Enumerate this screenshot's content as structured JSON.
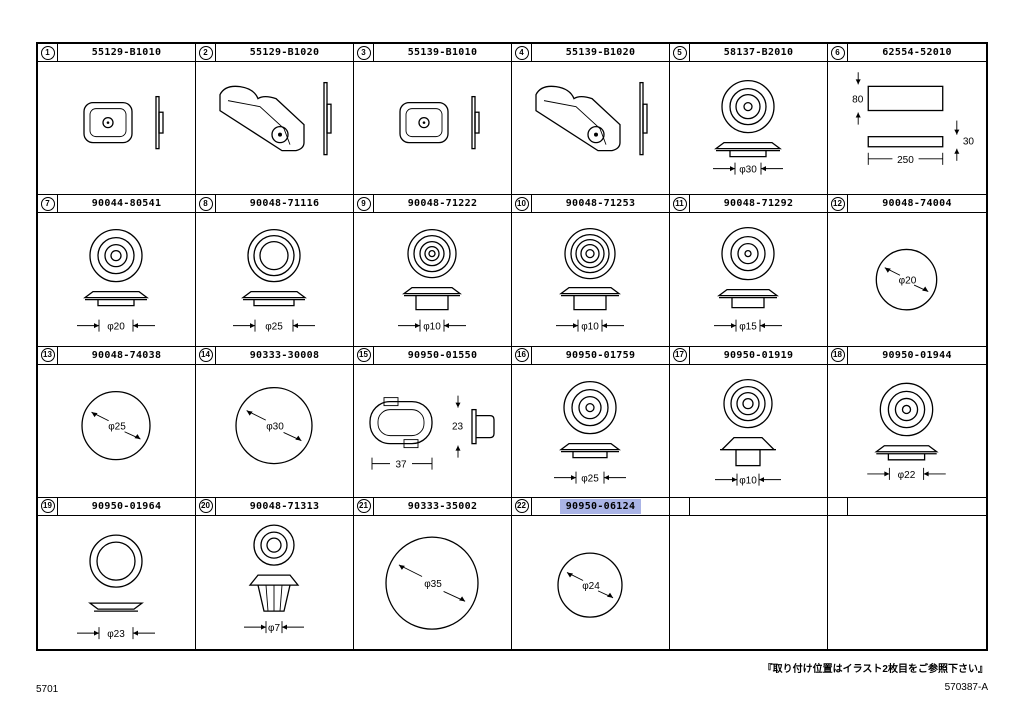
{
  "cells": [
    {
      "num": "1",
      "part": "55129-B1010"
    },
    {
      "num": "2",
      "part": "55129-B1020"
    },
    {
      "num": "3",
      "part": "55139-B1010"
    },
    {
      "num": "4",
      "part": "55139-B1020"
    },
    {
      "num": "5",
      "part": "58137-B2010",
      "dim": "φ30"
    },
    {
      "num": "6",
      "part": "62554-52010",
      "dims": [
        "80",
        "30",
        "250"
      ]
    },
    {
      "num": "7",
      "part": "90044-80541",
      "dim": "φ20"
    },
    {
      "num": "8",
      "part": "90048-71116",
      "dim": "φ25"
    },
    {
      "num": "9",
      "part": "90048-71222",
      "dim": "φ10"
    },
    {
      "num": "10",
      "part": "90048-71253",
      "dim": "φ10"
    },
    {
      "num": "11",
      "part": "90048-71292",
      "dim": "φ15"
    },
    {
      "num": "12",
      "part": "90048-74004",
      "dim": "φ20"
    },
    {
      "num": "13",
      "part": "90048-74038",
      "dim": "φ25"
    },
    {
      "num": "14",
      "part": "90333-30008",
      "dim": "φ30"
    },
    {
      "num": "15",
      "part": "90950-01550",
      "dims": [
        "23",
        "37"
      ]
    },
    {
      "num": "16",
      "part": "90950-01759",
      "dim": "φ25"
    },
    {
      "num": "17",
      "part": "90950-01919",
      "dim": "φ10"
    },
    {
      "num": "18",
      "part": "90950-01944",
      "dim": "φ22"
    },
    {
      "num": "19",
      "part": "90950-01964",
      "dim": "φ23"
    },
    {
      "num": "20",
      "part": "90048-71313",
      "dim": "φ7"
    },
    {
      "num": "21",
      "part": "90333-35002",
      "dim": "φ35"
    },
    {
      "num": "22",
      "part": "90950-06124",
      "dim": "φ24",
      "highlighted": true
    },
    {
      "num": "",
      "part": ""
    },
    {
      "num": "",
      "part": ""
    }
  ],
  "footnote": "『取り付け位置はイラスト2枚目をご参照下さい』",
  "left_code": "5701",
  "right_code": "570387-A",
  "highlight_color": "#aab4e6"
}
